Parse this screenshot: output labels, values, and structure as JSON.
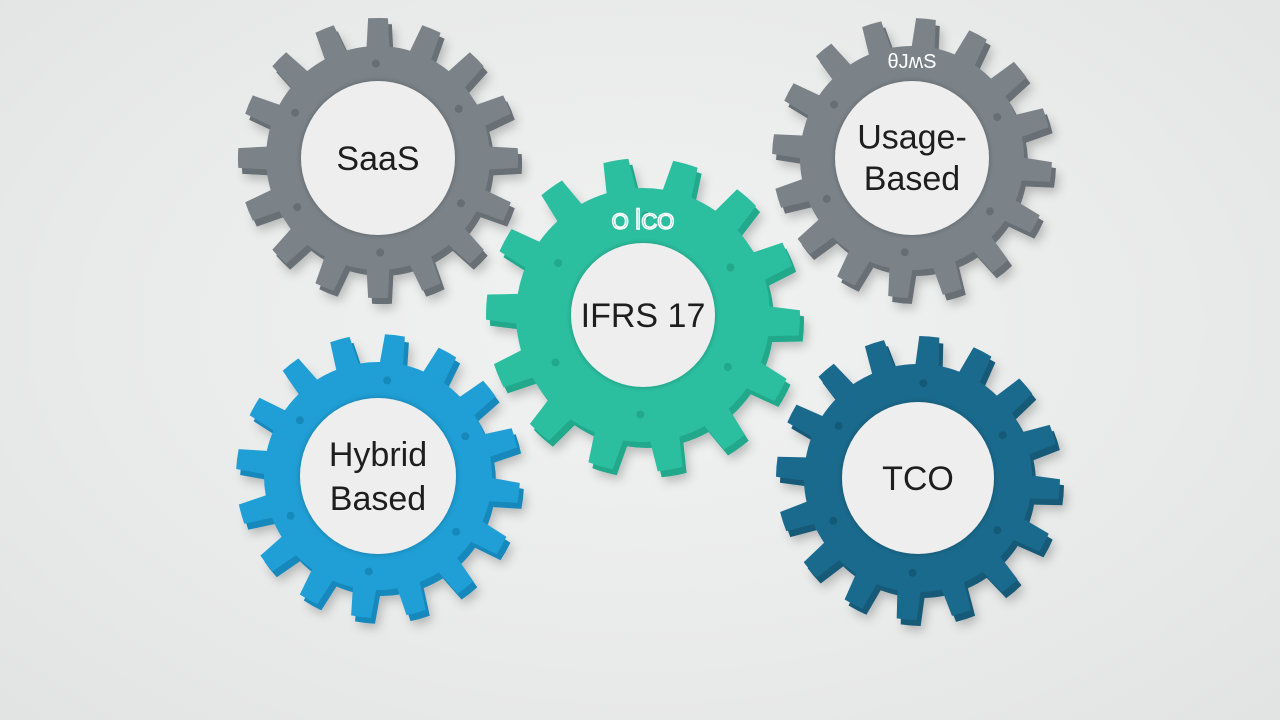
{
  "gears": [
    {
      "id": "saas",
      "label_lines": [
        "SaaS"
      ],
      "top_text": "",
      "color": "#7b8389",
      "shade": "#676f75"
    },
    {
      "id": "usage-based",
      "label_lines": [
        "Usage-",
        "Based"
      ],
      "top_text": "θJʍS",
      "color": "#7b8389",
      "shade": "#676f75"
    },
    {
      "id": "ifrs-17",
      "label_lines": [
        "IFRS 17"
      ],
      "top_text": "O ꟾCO",
      "color": "#2bbfa0",
      "shade": "#22a88b"
    },
    {
      "id": "hybrid-based",
      "label_lines": [
        "Hybrid",
        "Based"
      ],
      "top_text": "",
      "color": "#1f9fd6",
      "shade": "#1788bb"
    },
    {
      "id": "tco",
      "label_lines": [
        "TCO"
      ],
      "top_text": "",
      "color": "#1a6a8d",
      "shade": "#145a78"
    }
  ],
  "background": "#ececec",
  "hub_color": "#eeeeee"
}
